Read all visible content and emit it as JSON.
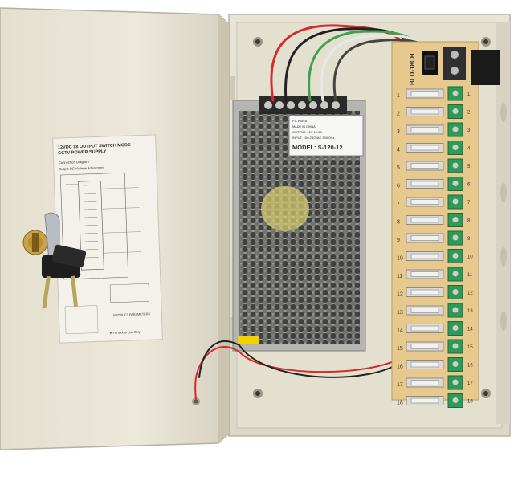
{
  "door_label": {
    "line1": "12VDC 18 OUTPUT SWITCH MODE",
    "line2": "CCTV POWER SUPPLY",
    "diagram_title": "Connection Diagram",
    "diagram_sub": "Output DC Voltage Adjustment",
    "params": "PRODUCT PARAMETERS",
    "indoor": "★ For Indoor Use Only"
  },
  "psu_label": {
    "model": "MODEL: S-120-12",
    "input": "INPUT: 100-240VAC 50/60Hz",
    "output": "OUTPUT: 12V 10.0A",
    "origin": "MADE IN CHINA",
    "certs": "FC RoHS"
  },
  "board": {
    "name": "BLD-18CH",
    "channels": [
      "1",
      "2",
      "3",
      "4",
      "5",
      "6",
      "7",
      "8",
      "9",
      "10",
      "11",
      "12",
      "13",
      "14",
      "15",
      "16",
      "17",
      "18"
    ]
  },
  "colors": {
    "enclosure": "#e8e3d3",
    "board": "#e8c98a",
    "terminal": "#2e9a5a",
    "psu": "#bdbdb8"
  }
}
